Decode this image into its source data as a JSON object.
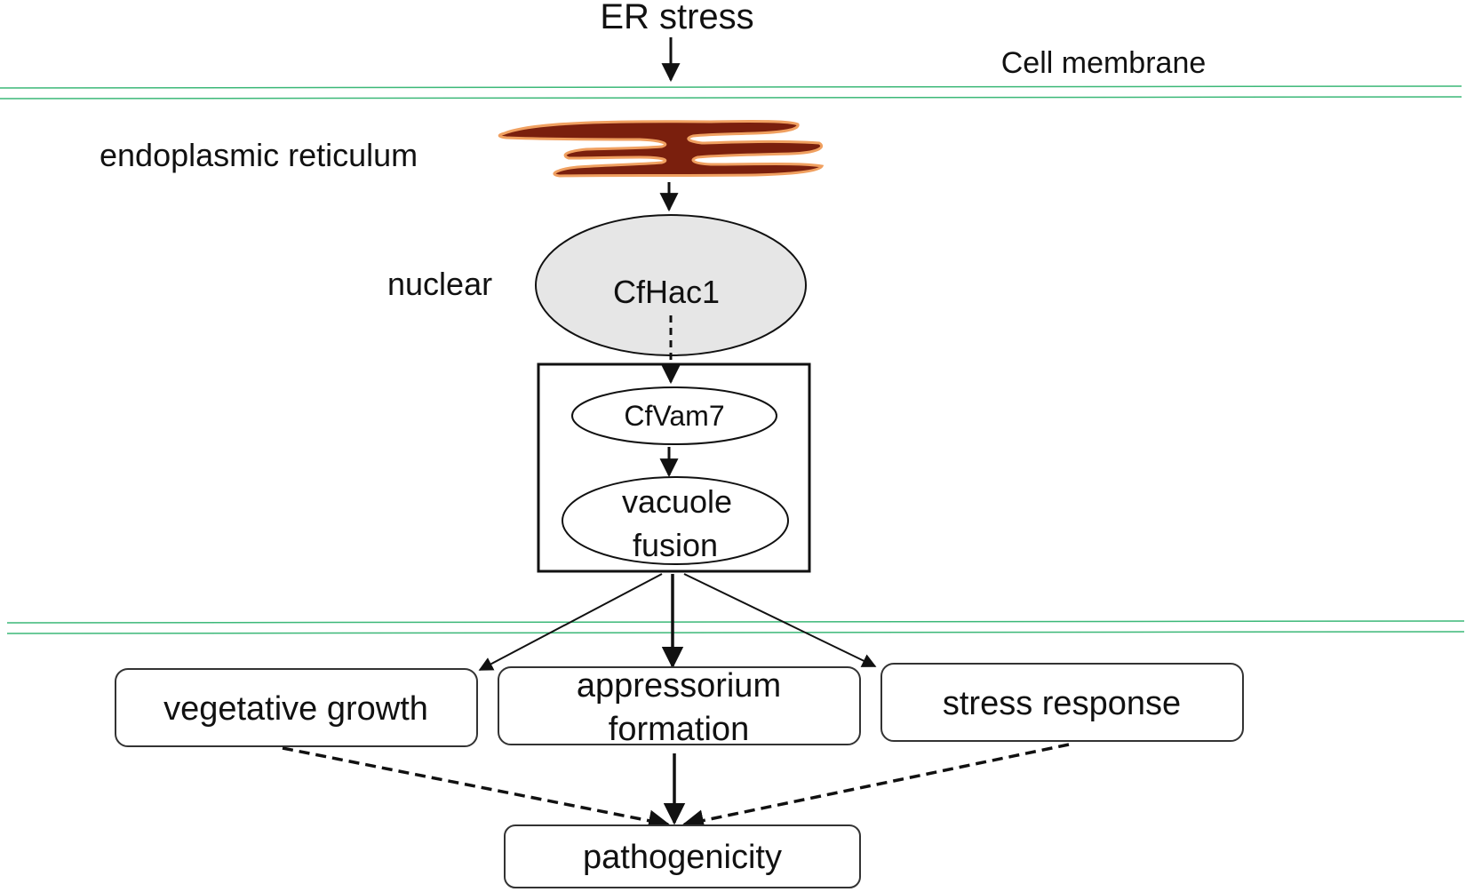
{
  "labels": {
    "er_stress": "ER stress",
    "cell_membrane": "Cell membrane",
    "endoplasmic_reticulum": "endoplasmic reticulum",
    "nuclear": "nuclear",
    "cfhac1": "CfHac1",
    "cfvam7": "CfVam7",
    "vacuole_fusion_line1": "vacuole",
    "vacuole_fusion_line2": "fusion",
    "vegetative_growth": "vegetative growth",
    "appressorium_line1": "appressorium",
    "appressorium_line2": "formation",
    "stress_response": "stress response",
    "pathogenicity": "pathogenicity"
  },
  "colors": {
    "membrane_line": "#3cb878",
    "er_fill": "#7a1f0d",
    "er_outline": "#f0a060",
    "nucleus_fill": "#e6e6e6",
    "stroke": "#111111"
  }
}
